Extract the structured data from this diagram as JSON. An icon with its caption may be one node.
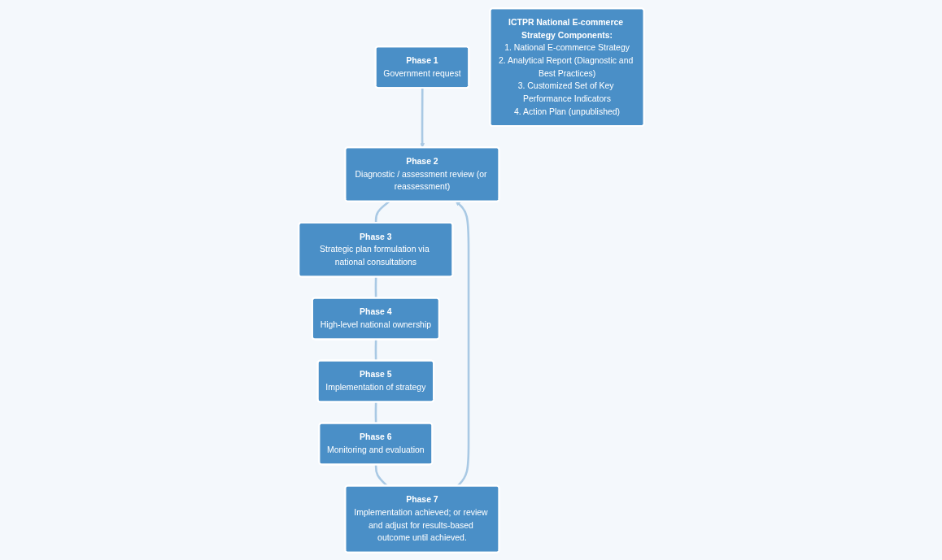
{
  "diagram": {
    "nodes": [
      {
        "text": [
          "Phase 1",
          "Government request"
        ]
      },
      {
        "text": [
          "Phase 2",
          "Diagnostic / assessment review (or reassessment)"
        ]
      },
      {
        "text": [
          "Phase 3",
          "Strategic plan formulation via national consultations"
        ]
      },
      {
        "text": [
          "Phase 4",
          "High-level national ownership"
        ]
      },
      {
        "text": [
          "Phase 5",
          "Implementation of strategy"
        ]
      },
      {
        "text": [
          "Phase 6",
          "Monitoring and evaluation"
        ]
      },
      {
        "text": [
          "Phase 7",
          "Implementation achieved; or review and adjust for results-based outcome until achieved."
        ]
      },
      {
        "text": [
          "ICTPR National E-commerce Strategy Components:",
          "1. National E-commerce Strategy",
          "2. Analytical Report (Diagnostic and Best Practices)",
          "3. Customized Set of Key Performance Indicators",
          "4. Action Plan (unpublished)"
        ]
      }
    ],
    "edges": [
      {
        "from": 0,
        "to": 1,
        "arrow": "to"
      },
      {
        "from": 1,
        "to": 2,
        "arrow": "none"
      },
      {
        "from": 2,
        "to": 3,
        "arrow": "none"
      },
      {
        "from": 3,
        "to": 4,
        "arrow": "none"
      },
      {
        "from": 4,
        "to": 5,
        "arrow": "none"
      },
      {
        "from": 5,
        "to": 6,
        "arrow": "none"
      },
      {
        "from": 6,
        "to": 1,
        "arrow": "to"
      }
    ]
  }
}
